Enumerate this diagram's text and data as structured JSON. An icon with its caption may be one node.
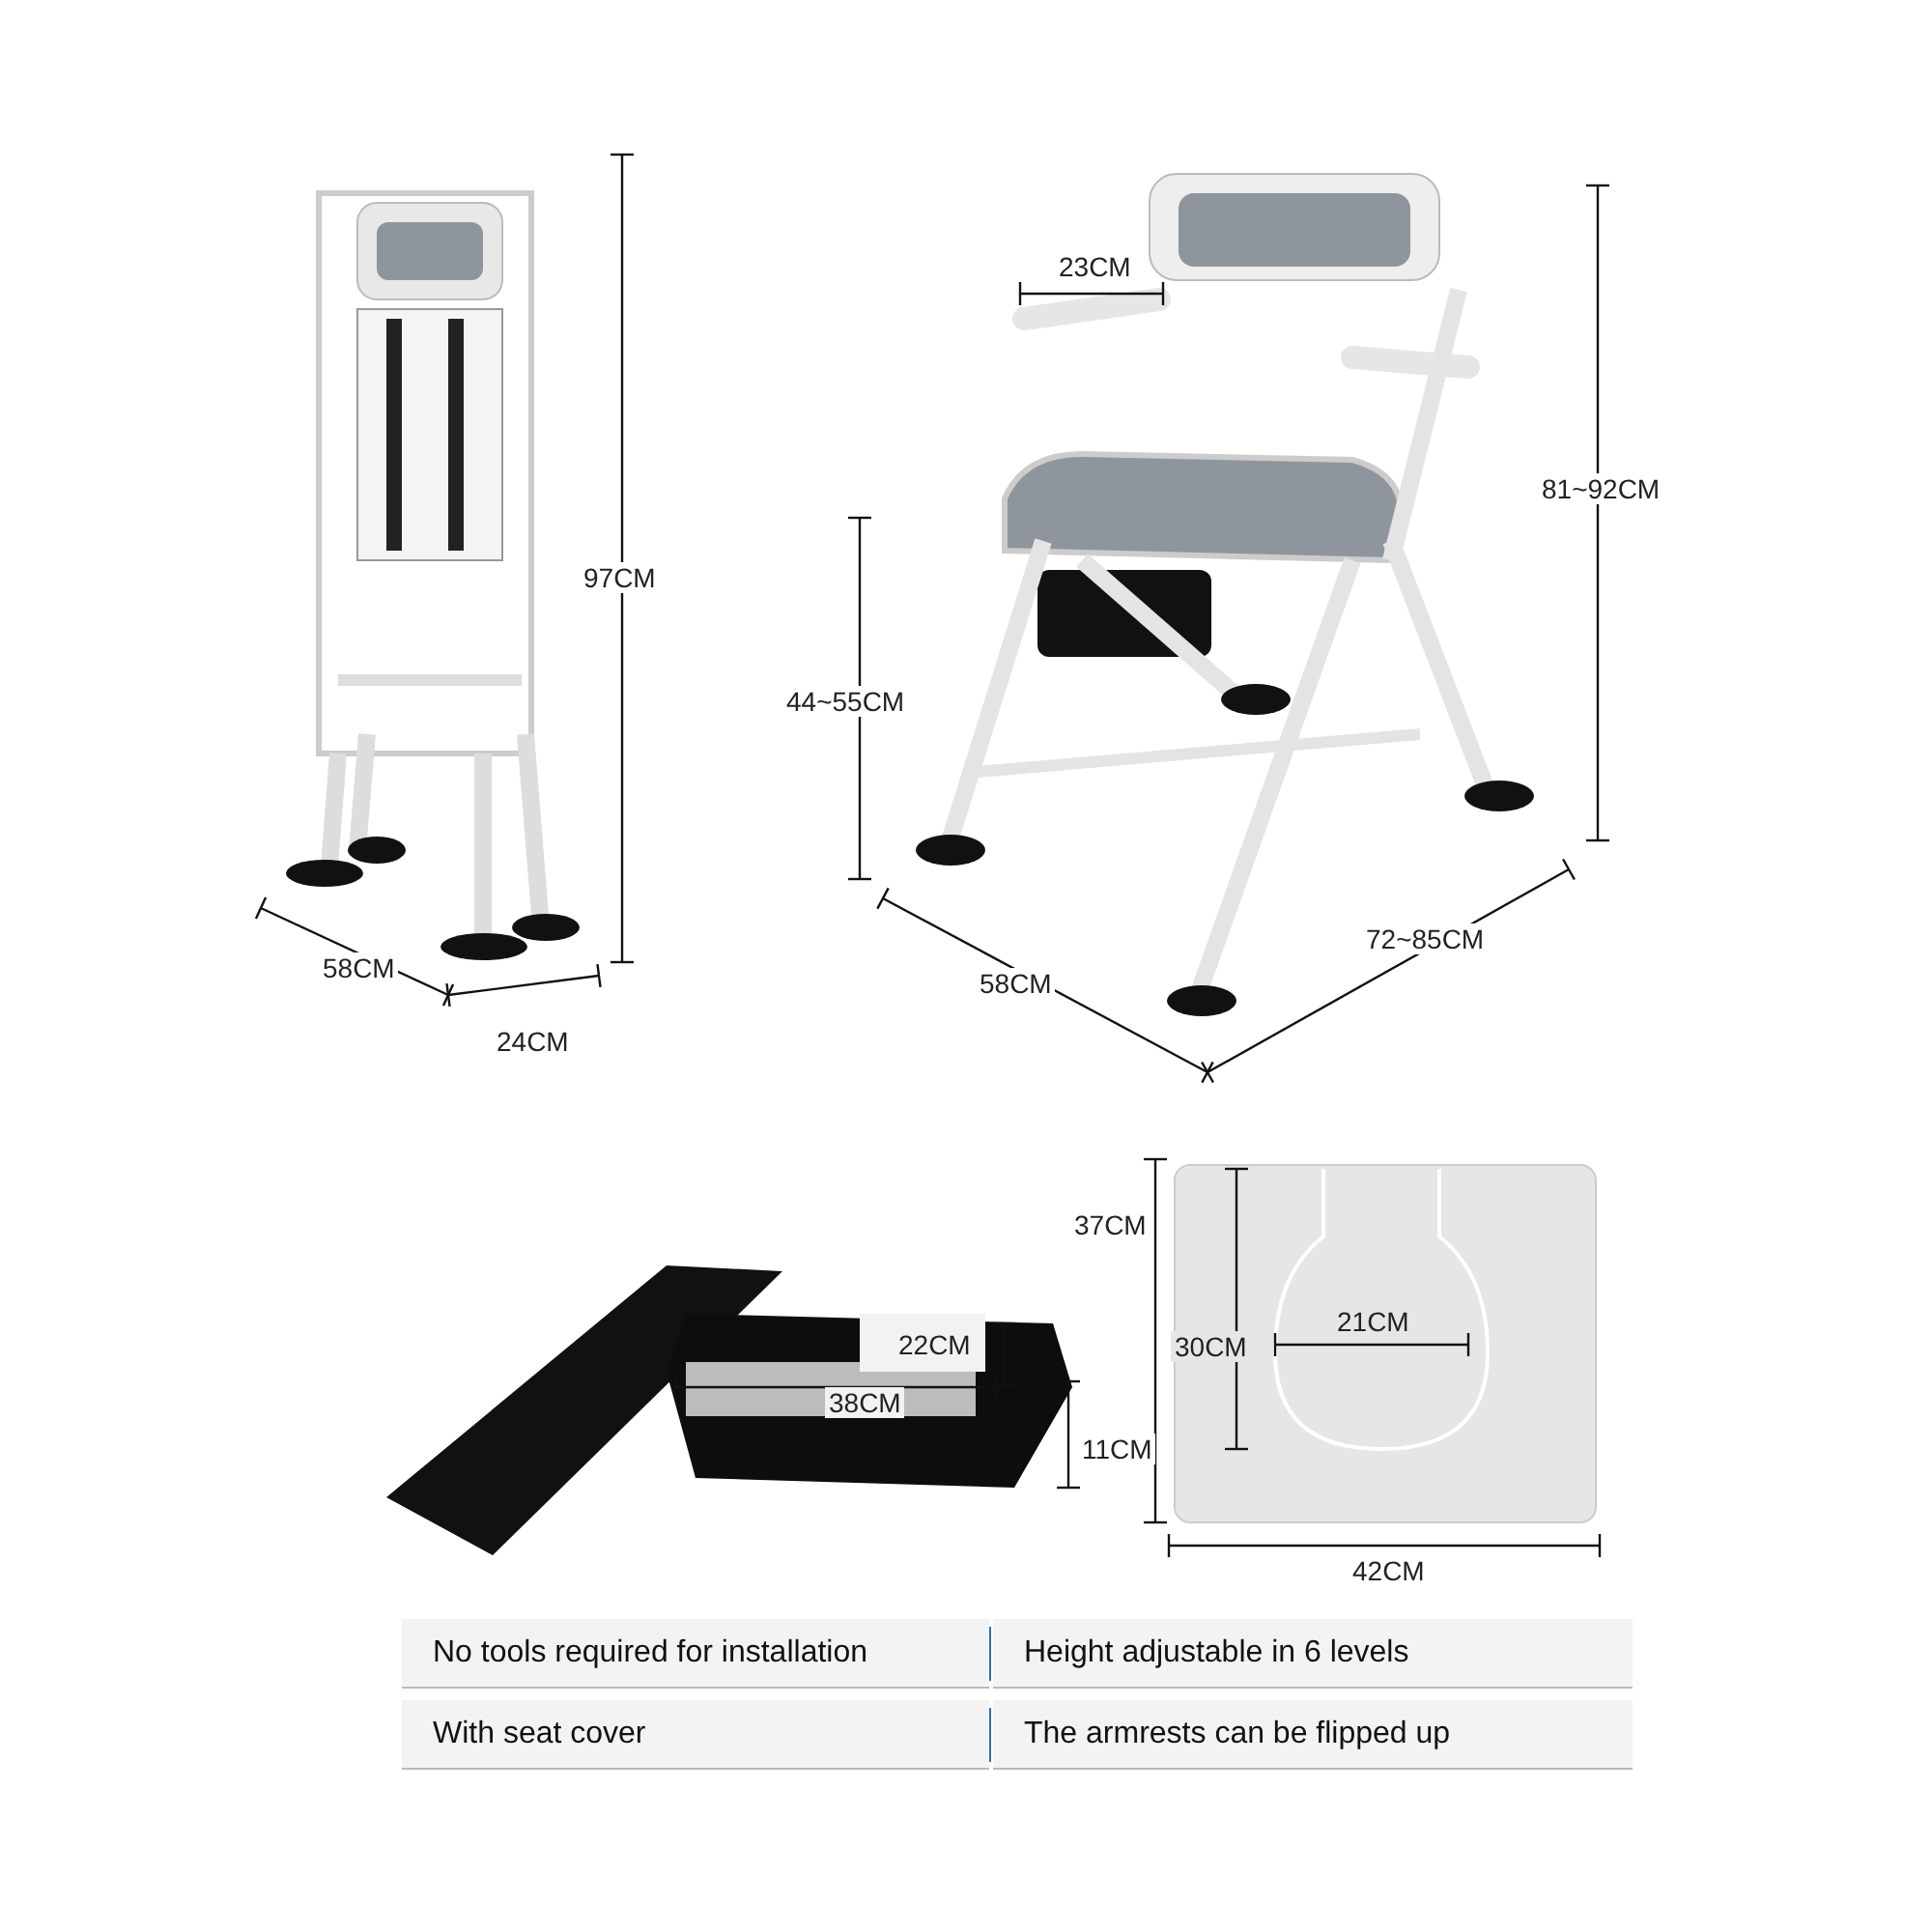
{
  "diagram": {
    "labels": [
      "97CM",
      "23CM",
      "81~92CM",
      "44~55CM",
      "58CM",
      "24CM",
      "58CM",
      "72~85CM",
      "37CM",
      "22CM",
      "30CM",
      "21CM",
      "38CM",
      "11CM",
      "42CM",
      "No tools required for installation",
      "Height adjustable in 6 levels",
      "With seat cover",
      "The armrests can be flipped up"
    ]
  }
}
